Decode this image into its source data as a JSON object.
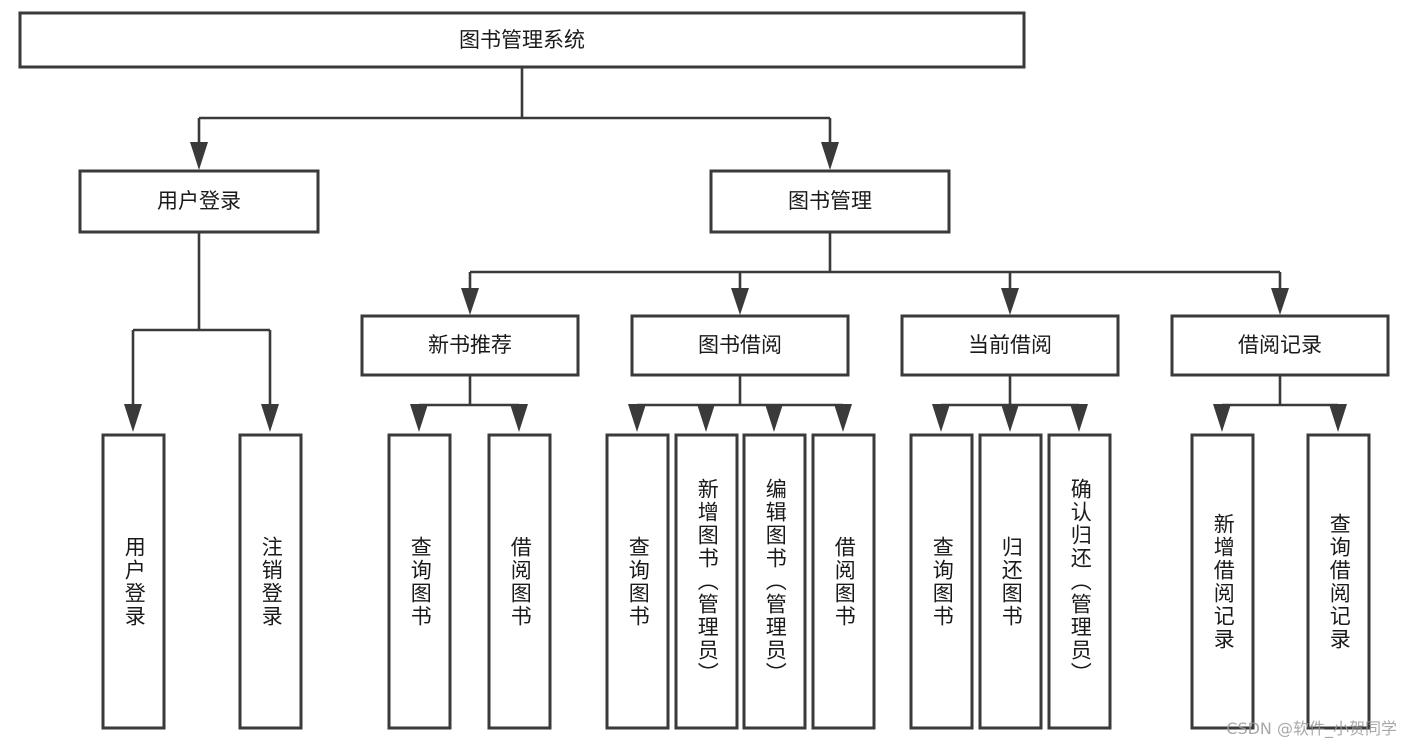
{
  "diagram": {
    "type": "tree-hierarchy-diagram",
    "title": "图书管理系统",
    "orientation": "top-down",
    "watermark": "CSDN @软件_小贺同学",
    "colors": {
      "box_stroke": "#3a3a3a",
      "box_fill": "#ffffff",
      "connector": "#3a3a3a",
      "text": "#1a1a1a",
      "background": "#ffffff",
      "watermark": "#9a9a9a"
    },
    "levels": {
      "root": {
        "label": "图书管理系统"
      },
      "level2": [
        {
          "id": "user-login",
          "label": "用户登录"
        },
        {
          "id": "book-manage",
          "label": "图书管理"
        }
      ],
      "level3": [
        {
          "id": "new-book-recommend",
          "label": "新书推荐",
          "parent": "book-manage"
        },
        {
          "id": "book-borrow",
          "label": "图书借阅",
          "parent": "book-manage"
        },
        {
          "id": "current-borrow",
          "label": "当前借阅",
          "parent": "book-manage"
        },
        {
          "id": "borrow-record",
          "label": "借阅记录",
          "parent": "book-manage"
        }
      ],
      "leaves": [
        {
          "id": "leaf-user-login",
          "label": "用户登录",
          "parent": "user-login"
        },
        {
          "id": "leaf-logout-login",
          "label": "注销登录",
          "parent": "user-login"
        },
        {
          "id": "leaf-query-book-1",
          "label": "查询图书",
          "parent": "new-book-recommend"
        },
        {
          "id": "leaf-borrow-book-1",
          "label": "借阅图书",
          "parent": "new-book-recommend"
        },
        {
          "id": "leaf-query-book-2",
          "label": "查询图书",
          "parent": "book-borrow"
        },
        {
          "id": "leaf-add-book",
          "label": "新增图书（管理员）",
          "parent": "book-borrow"
        },
        {
          "id": "leaf-edit-book",
          "label": "编辑图书（管理员）",
          "parent": "book-borrow"
        },
        {
          "id": "leaf-borrow-book-2",
          "label": "借阅图书",
          "parent": "book-borrow"
        },
        {
          "id": "leaf-query-book-3",
          "label": "查询图书",
          "parent": "current-borrow"
        },
        {
          "id": "leaf-return-book",
          "label": "归还图书",
          "parent": "current-borrow"
        },
        {
          "id": "leaf-confirm-return",
          "label": "确认归还（管理员）",
          "parent": "current-borrow"
        },
        {
          "id": "leaf-add-record",
          "label": "新增借阅记录",
          "parent": "borrow-record"
        },
        {
          "id": "leaf-query-record",
          "label": "查询借阅记录",
          "parent": "borrow-record"
        }
      ]
    }
  }
}
